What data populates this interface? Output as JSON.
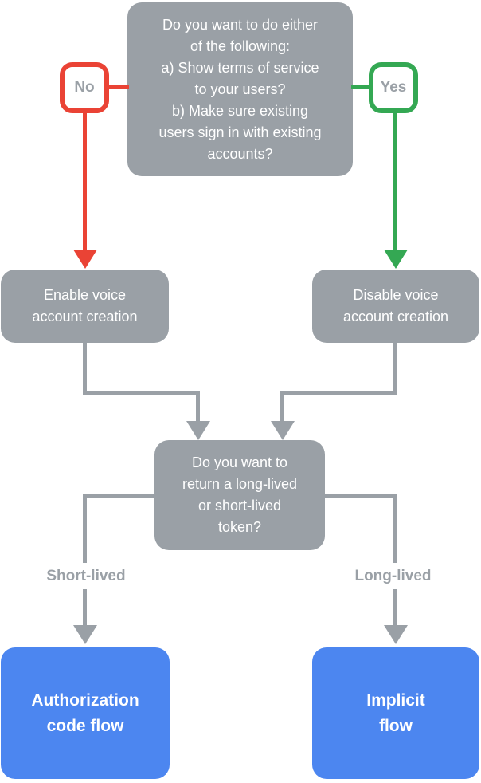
{
  "palette": {
    "gray": "#9AA0A6",
    "red": "#EA4335",
    "green": "#34A853",
    "blue": "#4C86F0"
  },
  "flowchart": {
    "top_question": "Do you want to do either\nof the following:\na) Show terms of service\nto your users?\nb) Make sure existing\nusers sign in with existing\naccounts?",
    "no_label": "No",
    "yes_label": "Yes",
    "enable_box": "Enable voice\naccount creation",
    "disable_box": "Disable voice\naccount creation",
    "token_question": "Do you want to\nreturn a long-lived\nor short-lived\ntoken?",
    "short_lived_label": "Short-lived",
    "long_lived_label": "Long-lived",
    "auth_code_box": "Authorization\ncode flow",
    "implicit_box": "Implicit\nflow"
  }
}
